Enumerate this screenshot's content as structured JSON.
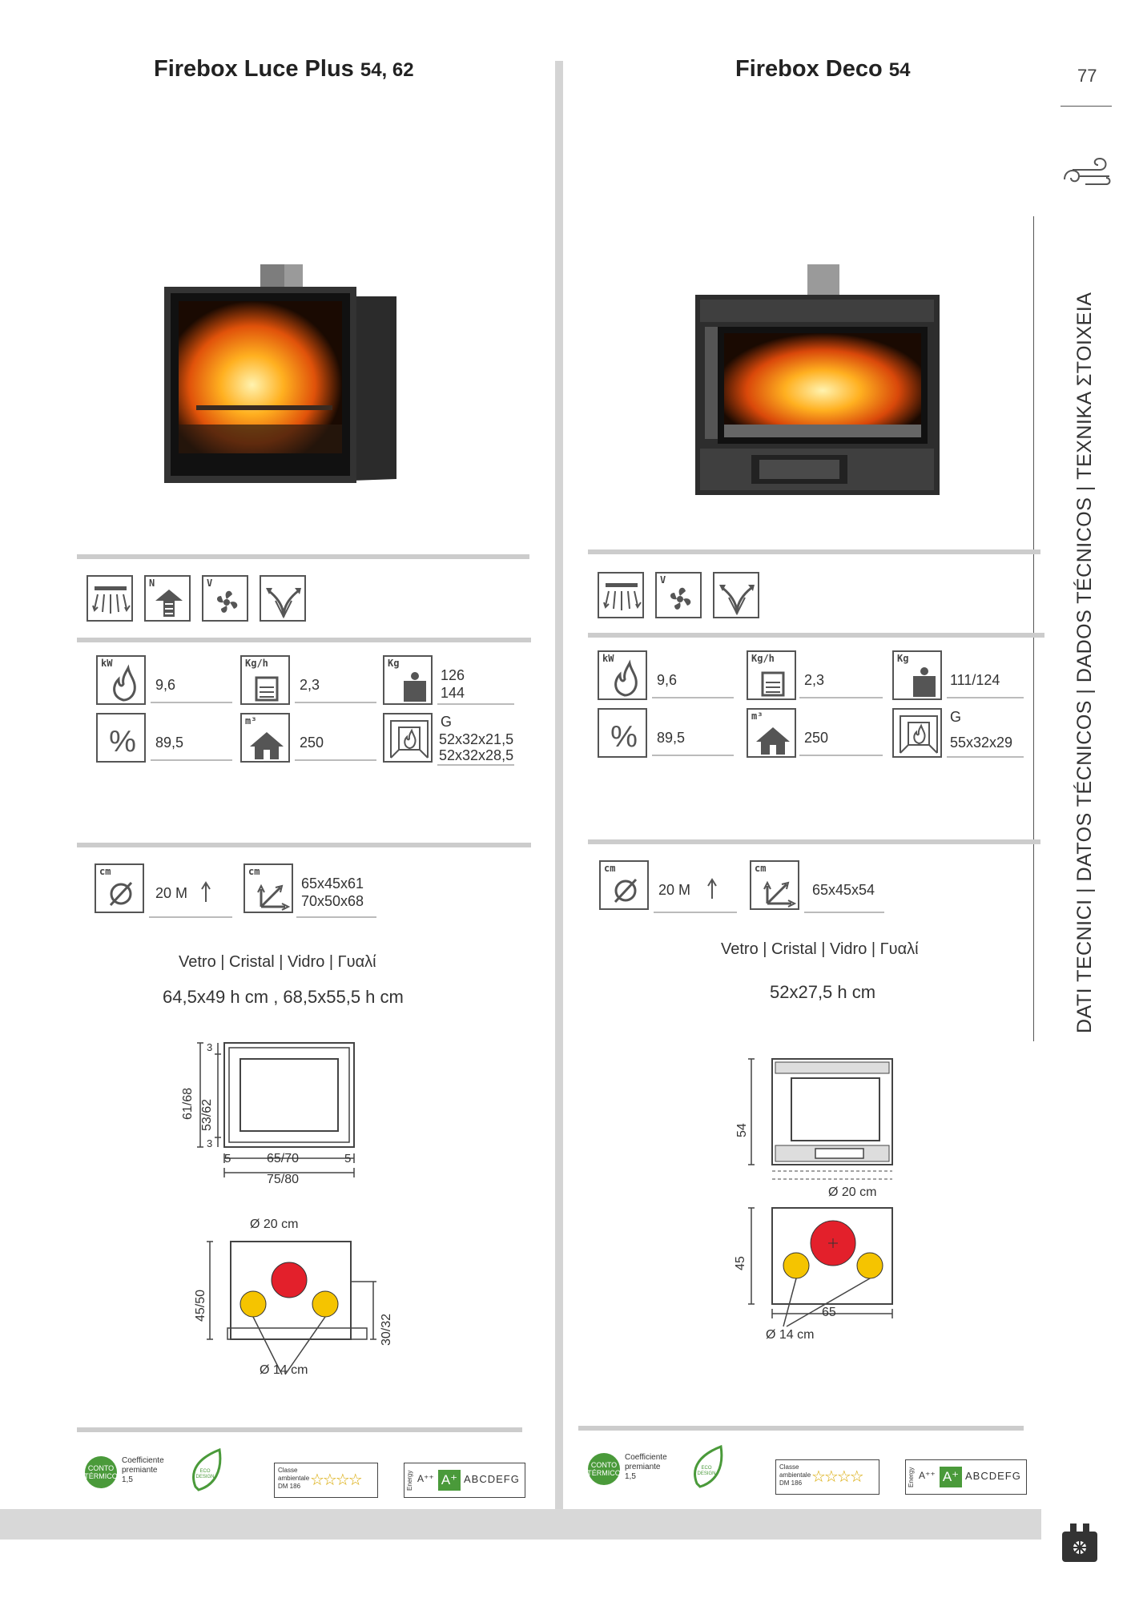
{
  "page": {
    "number": "77"
  },
  "sidebar": {
    "text": "DATI TECNICI | DATOS TÉCNICOS | DADOS TÉCNICOS | ΤΕΧΝΙΚΑ ΣΤΟΙΧΕΙΑ"
  },
  "glass_header": "Vetro | Cristal | Vidro | Γυαλί",
  "left": {
    "title_name": "Firebox Luce Plus",
    "title_sizes": "54, 62",
    "features": [
      "N",
      "V"
    ],
    "specs": {
      "kw_label": "kW",
      "kw": "9,6",
      "kgh_label": "Kg/h",
      "kgh": "2,3",
      "kg_label": "Kg",
      "kg_1": "126",
      "kg_2": "144",
      "pct": "89,5",
      "m3_label": "m³",
      "m3": "250",
      "hearth_1": "G",
      "hearth_2": "52x32x21,5",
      "hearth_3": "52x32x28,5"
    },
    "flue": {
      "cm_label": "cm",
      "value": "20 M",
      "dim_1": "65x45x61",
      "dim_2": "70x50x68"
    },
    "glass_size": "64,5x49 h cm , 68,5x55,5 h cm",
    "diagram": {
      "h_outer": "61/68",
      "h_inner": "53/62",
      "top": "3",
      "bottom": "3",
      "side_l": "5",
      "width_inner": "65/70",
      "side_r": "5",
      "width_outer": "75/80",
      "big_hole": "Ø 20 cm",
      "depth": "45/50",
      "depth2": "30/32",
      "small_hole": "Ø 14 cm"
    }
  },
  "right": {
    "title_name": "Firebox Deco",
    "title_sizes": "54",
    "features": [
      "V"
    ],
    "specs": {
      "kw_label": "kW",
      "kw": "9,6",
      "kgh_label": "Kg/h",
      "kgh": "2,3",
      "kg_label": "Kg",
      "kg_1": "111/124",
      "pct": "89,5",
      "m3_label": "m³",
      "m3": "250",
      "hearth_1": "G",
      "hearth_2": "55x32x29"
    },
    "flue": {
      "cm_label": "cm",
      "value": "20 M",
      "dim_1": "65x45x54"
    },
    "glass_size": "52x27,5 h cm",
    "diagram": {
      "height": "54",
      "big_hole": "Ø 20 cm",
      "depth": "45",
      "width": "65",
      "small_hole": "Ø 14 cm"
    }
  },
  "footer": {
    "conto_1": "CONTO",
    "conto_2": "TÉRMICO",
    "coef_1": "Coefficiente",
    "coef_2": "premiante",
    "coef_3": "1,5",
    "eco_1": "ECO",
    "eco_2": "DESIGN",
    "classe_1": "Classe",
    "classe_2": "ambientale",
    "classe_3": "DM 186",
    "energy": "Energy",
    "app": "A⁺⁺",
    "ap": "A⁺",
    "letters": "ABCDEFG"
  },
  "colors": {
    "red": "#e3202b",
    "yellow": "#f5c400",
    "grey": "#cccccc",
    "green": "#4a9a3a"
  }
}
